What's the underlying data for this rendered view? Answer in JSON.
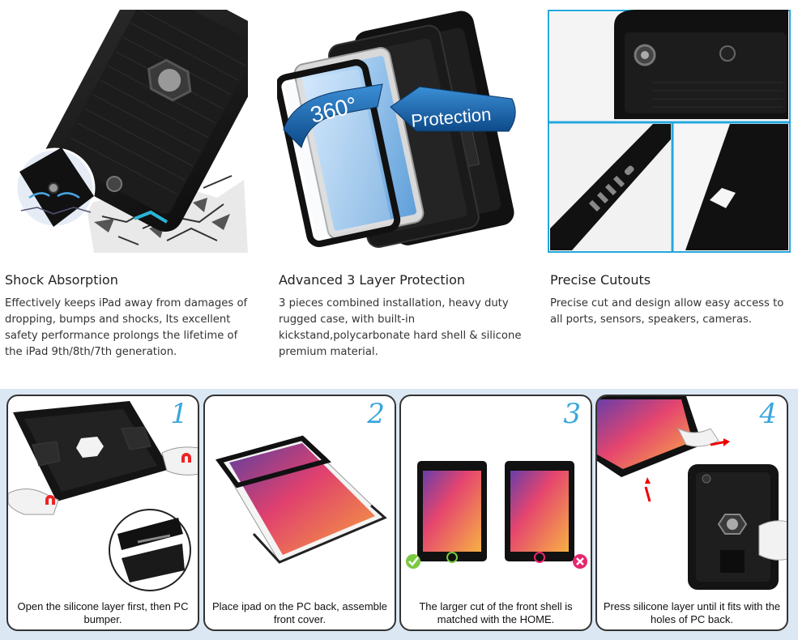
{
  "features": [
    {
      "title": "Shock Absorption",
      "description": "Effectively keeps iPad away from damages of dropping, bumps and shocks, Its excellent safety performance prolongs the lifetime of the iPad 9th/8th/7th generation."
    },
    {
      "title": "Advanced 3 Layer Protection",
      "description": "3 pieces combined installation, heavy duty rugged case, with built-in kickstand,polycarbonate hard shell & silicone premium material.",
      "badges": {
        "degree": "360°",
        "protection": "Protection"
      }
    },
    {
      "title": "Precise Cutouts",
      "description": "Precise cut and design allow easy access to all ports, sensors, speakers, cameras."
    }
  ],
  "steps": [
    {
      "number": "1",
      "caption": "Open the silicone layer first, then PC bumper."
    },
    {
      "number": "2",
      "caption": "Place ipad on the PC back, assemble front cover."
    },
    {
      "number": "3",
      "caption": "The larger cut of the front shell is matched with the HOME."
    },
    {
      "number": "4",
      "caption": "Press silicone layer until it fits with the holes of PC back."
    }
  ],
  "colors": {
    "accent_blue": "#3aa7dc",
    "band_blue": "#dbe8f3",
    "case_black": "#1a1a1a",
    "correct_green": "#7ac943",
    "wrong_pink": "#e6266f"
  }
}
